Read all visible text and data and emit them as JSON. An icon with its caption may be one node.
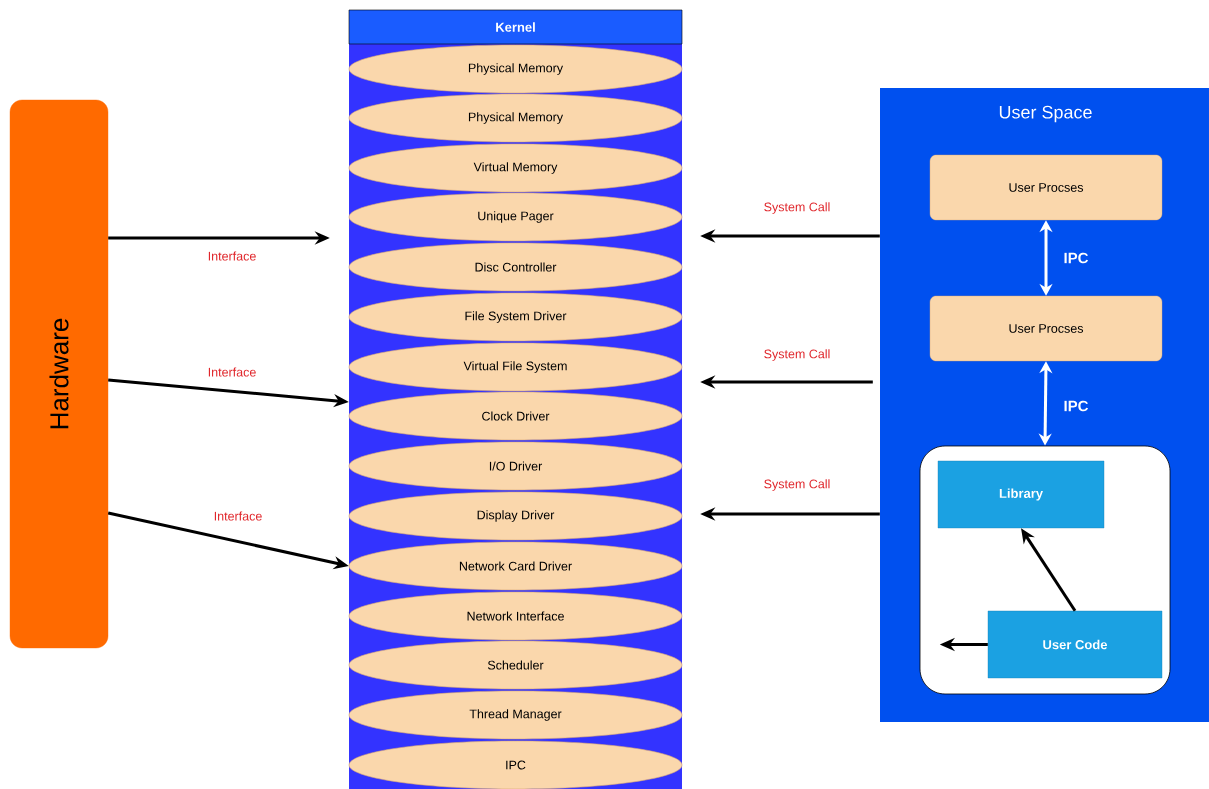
{
  "diagram": {
    "nodes": [
      {
        "text": [
          "Hardware"
        ]
      },
      {
        "text": [
          "Kernel"
        ]
      },
      {
        "text": [
          "Physical Memory"
        ],
        "in": 1
      },
      {
        "text": [
          "Physical Memory"
        ],
        "in": 1
      },
      {
        "text": [
          "Virtual Memory"
        ],
        "in": 1
      },
      {
        "text": [
          "Unique Pager"
        ],
        "in": 1
      },
      {
        "text": [
          "Disc Controller"
        ],
        "in": 1
      },
      {
        "text": [
          "File System Driver"
        ],
        "in": 1
      },
      {
        "text": [
          "Virtual File System"
        ],
        "in": 1
      },
      {
        "text": [
          "Clock Driver"
        ],
        "in": 1
      },
      {
        "text": [
          "I/O Driver"
        ],
        "in": 1
      },
      {
        "text": [
          "Display Driver"
        ],
        "in": 1
      },
      {
        "text": [
          "Network Card Driver"
        ],
        "in": 1
      },
      {
        "text": [
          "Network Interface"
        ],
        "in": 1
      },
      {
        "text": [
          "Scheduler"
        ],
        "in": 1
      },
      {
        "text": [
          "Thread Manager"
        ],
        "in": 1
      },
      {
        "text": [
          "IPC"
        ],
        "in": 1
      },
      {
        "text": [
          "User Space"
        ]
      },
      {
        "text": [
          "User Procses"
        ],
        "in": 17
      },
      {
        "text": [
          "User Procses"
        ],
        "in": 17
      },
      {
        "text": [],
        "shape": "box",
        "in": 17
      },
      {
        "text": [
          "Library"
        ],
        "in": 20
      },
      {
        "text": [
          "User Code"
        ],
        "in": 20
      }
    ],
    "edges": [
      {
        "from": 0,
        "to": 1,
        "arrow": "to",
        "label": "Interface"
      },
      {
        "from": 0,
        "to": 1,
        "arrow": "to",
        "label": "Interface"
      },
      {
        "from": 0,
        "to": 1,
        "arrow": "to",
        "label": "Interface"
      },
      {
        "from": 17,
        "to": 1,
        "arrow": "to",
        "label": "System Call"
      },
      {
        "from": 17,
        "to": 1,
        "arrow": "to",
        "label": "System Call"
      },
      {
        "from": 17,
        "to": 1,
        "arrow": "to",
        "label": "System Call"
      },
      {
        "from": 18,
        "to": 19,
        "arrow": "both",
        "label": "IPC",
        "color": "#ffffff"
      },
      {
        "from": 19,
        "to": 20,
        "arrow": "both",
        "label": "IPC",
        "color": "#ffffff"
      },
      {
        "from": 22,
        "to": 21,
        "arrow": "to"
      },
      {
        "from": 22,
        "to": null,
        "arrow": "to"
      }
    ]
  }
}
